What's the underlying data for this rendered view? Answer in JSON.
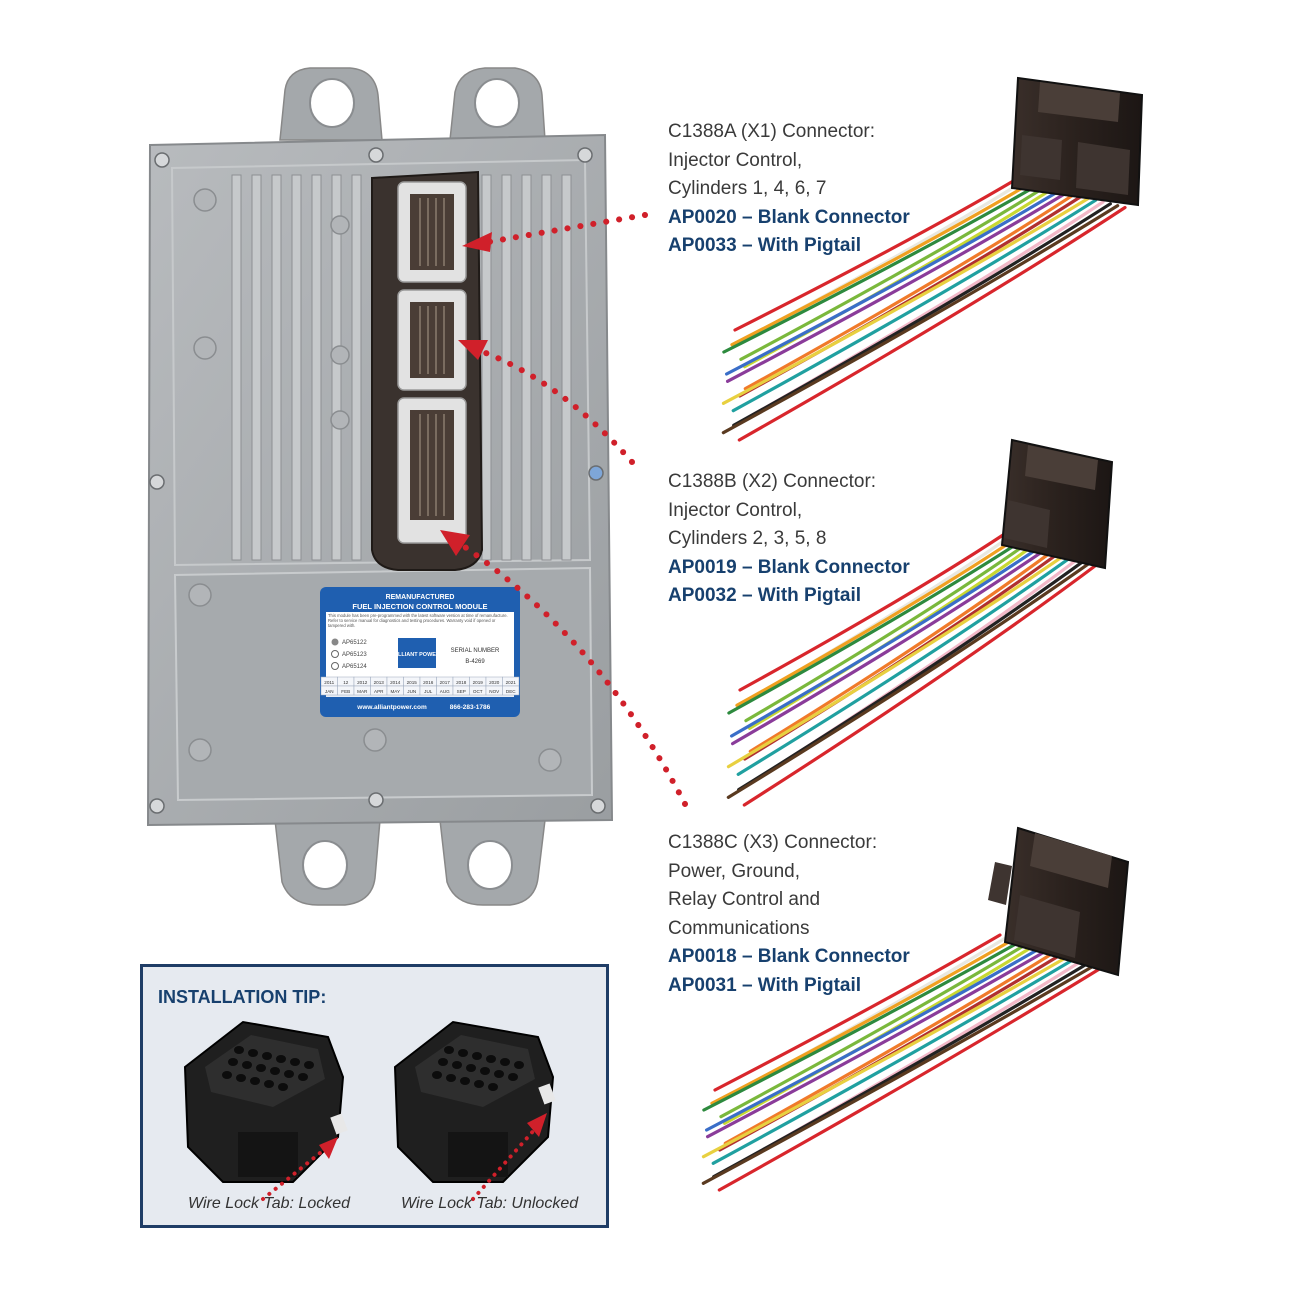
{
  "callouts": [
    {
      "lines": [
        "C1388A (X1) Connector:",
        "Injector Control,",
        "Cylinders 1, 4, 6, 7"
      ],
      "parts": [
        "AP0020 – Blank Connector",
        "AP0033 – With Pigtail"
      ]
    },
    {
      "lines": [
        "C1388B (X2) Connector:",
        "Injector Control,",
        "Cylinders 2, 3, 5, 8"
      ],
      "parts": [
        "AP0019 – Blank Connector",
        "AP0032 – With Pigtail"
      ]
    },
    {
      "lines": [
        "C1388C (X3) Connector:",
        "Power, Ground,",
        "Relay Control and",
        "Communications"
      ],
      "parts": [
        "AP0018 – Blank Connector",
        "AP0031 – With Pigtail"
      ]
    }
  ],
  "label": {
    "line1": "REMANUFACTURED",
    "line2": "FUEL INJECTION CONTROL MODULE",
    "fine_print": "This module has been pre-programmed with the latest software version at time of remanufacture. Refer to service manual for diagnostics and testing procedures. Warranty void if opened or tampered with.",
    "options": [
      "AP65122",
      "AP65123",
      "AP65124"
    ],
    "brand": "ALLIANT POWER",
    "serial_label": "SERIAL NUMBER",
    "serial_value": "B-4269",
    "years": [
      "2011",
      "12",
      "2012",
      "2013",
      "2014",
      "2015",
      "2016",
      "2017",
      "2018",
      "2019",
      "2020",
      "2021"
    ],
    "months": [
      "JAN",
      "FEB",
      "MAR",
      "APR",
      "MAY",
      "JUN",
      "JUL",
      "AUG",
      "SEP",
      "OCT",
      "NOV",
      "DEC"
    ],
    "website": "www.alliantpower.com",
    "phone": "866-283-1786"
  },
  "tip": {
    "title": "INSTALLATION TIP:",
    "caption_locked": "Wire Lock Tab: Locked",
    "caption_unlocked": "Wire Lock Tab: Unlocked"
  },
  "colors": {
    "part_number": "#17406e",
    "arrow": "#d0202a",
    "module": "#a9adb0",
    "tip_border": "#1f3d66",
    "label_blue": "#1f5fb0"
  },
  "wire_colors": [
    "#d8262c",
    "#e8e8e0",
    "#f0a020",
    "#2d8a3e",
    "#7ab83c",
    "#c8d832",
    "#3a6ec8",
    "#8a3c9a",
    "#f07a2a",
    "#b03030",
    "#e8d040",
    "#20a0a0",
    "#f2b8c8",
    "#222222",
    "#5a3a20"
  ]
}
